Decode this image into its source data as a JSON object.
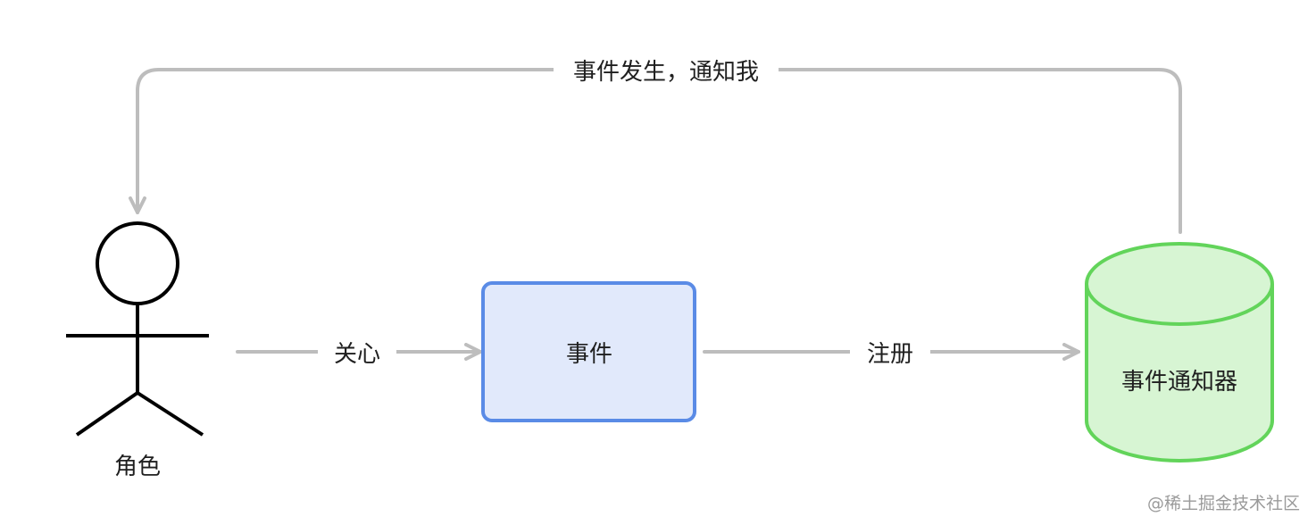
{
  "nodes": {
    "actor": {
      "label": "角色"
    },
    "event": {
      "label": "事件",
      "fill": "#e1e9fb",
      "stroke": "#5a8be6"
    },
    "notifier": {
      "label": "事件通知器",
      "fill": "#d7f5d3",
      "stroke": "#62d45a"
    }
  },
  "edges": {
    "care": {
      "label": "关心"
    },
    "register": {
      "label": "注册"
    },
    "notify": {
      "label": "事件发生，通知我"
    }
  },
  "colors": {
    "edge": "#bdbdbd",
    "text": "#1f1f1f",
    "actor": "#000000"
  },
  "watermark": "@稀土掘金技术社区"
}
